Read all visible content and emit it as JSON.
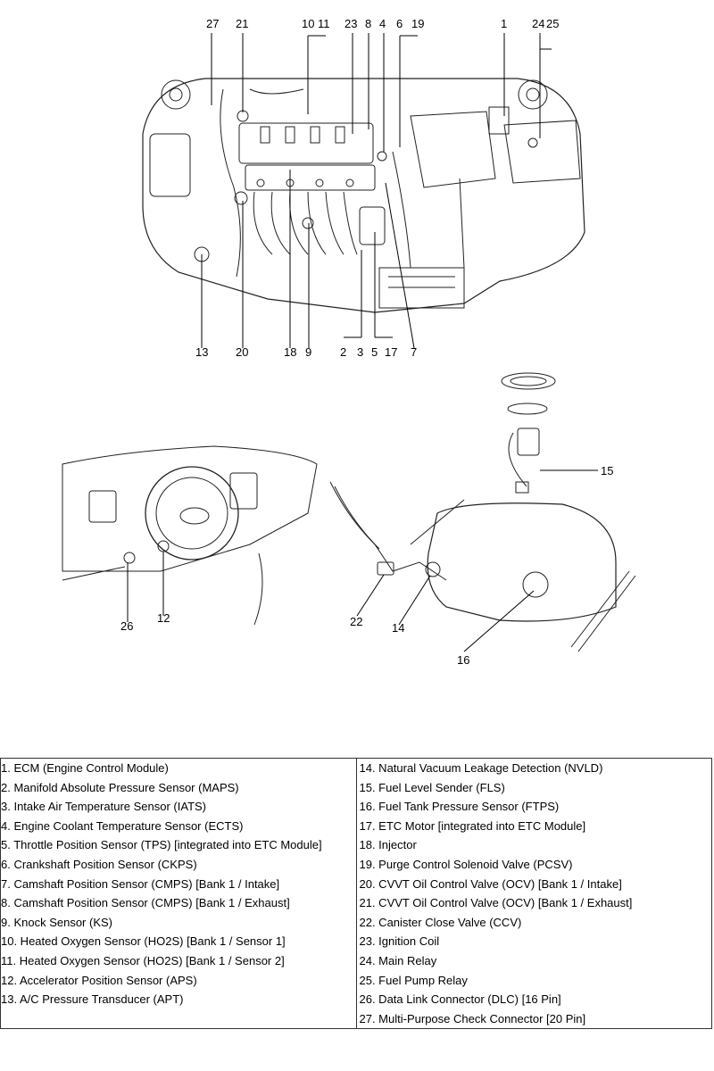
{
  "callouts": {
    "c27": "27",
    "c21": "21",
    "c10": "10",
    "c11": "11",
    "c23": "23",
    "c8": "8",
    "c4": "4",
    "c6": "6",
    "c19": "19",
    "c1": "1",
    "c24": "24",
    "c25": "25",
    "c13": "13",
    "c20": "20",
    "c18": "18",
    "c9": "9",
    "c2": "2",
    "c3": "3",
    "c5": "5",
    "c17": "17",
    "c7": "7",
    "c15": "15",
    "c26": "26",
    "c12": "12",
    "c22": "22",
    "c14": "14",
    "c16": "16"
  },
  "legend": {
    "left": [
      "1. ECM (Engine Control Module)",
      "2. Manifold Absolute Pressure Sensor (MAPS)",
      "3. Intake Air Temperature Sensor (IATS)",
      "4. Engine Coolant Temperature Sensor (ECTS)",
      "5. Throttle Position Sensor (TPS) [integrated into ETC Module]",
      "6. Crankshaft Position Sensor (CKPS)",
      "7. Camshaft Position Sensor (CMPS) [Bank 1 / Intake]",
      "8. Camshaft Position Sensor (CMPS) [Bank 1 / Exhaust]",
      "9. Knock Sensor (KS)",
      "10. Heated Oxygen Sensor (HO2S) [Bank 1 / Sensor 1]",
      "11. Heated Oxygen Sensor (HO2S) [Bank 1 / Sensor 2]",
      "12. Accelerator Position Sensor (APS)",
      "13. A/C Pressure Transducer (APT)"
    ],
    "right": [
      "14. Natural Vacuum Leakage Detection (NVLD)",
      "15. Fuel Level Sender (FLS)",
      "16. Fuel Tank Pressure Sensor (FTPS)",
      "17. ETC Motor [integrated into ETC Module]",
      "18. Injector",
      "19. Purge Control Solenoid Valve (PCSV)",
      "20. CVVT Oil Control Valve (OCV) [Bank 1 / Intake]",
      "21. CVVT Oil Control Valve (OCV) [Bank 1 / Exhaust]",
      "22. Canister Close Valve (CCV)",
      "23. Ignition Coil",
      "24. Main Relay",
      "25. Fuel Pump Relay",
      "26. Data Link Connector (DLC) [16 Pin]",
      "27. Multi-Purpose Check Connector [20 Pin]"
    ]
  }
}
